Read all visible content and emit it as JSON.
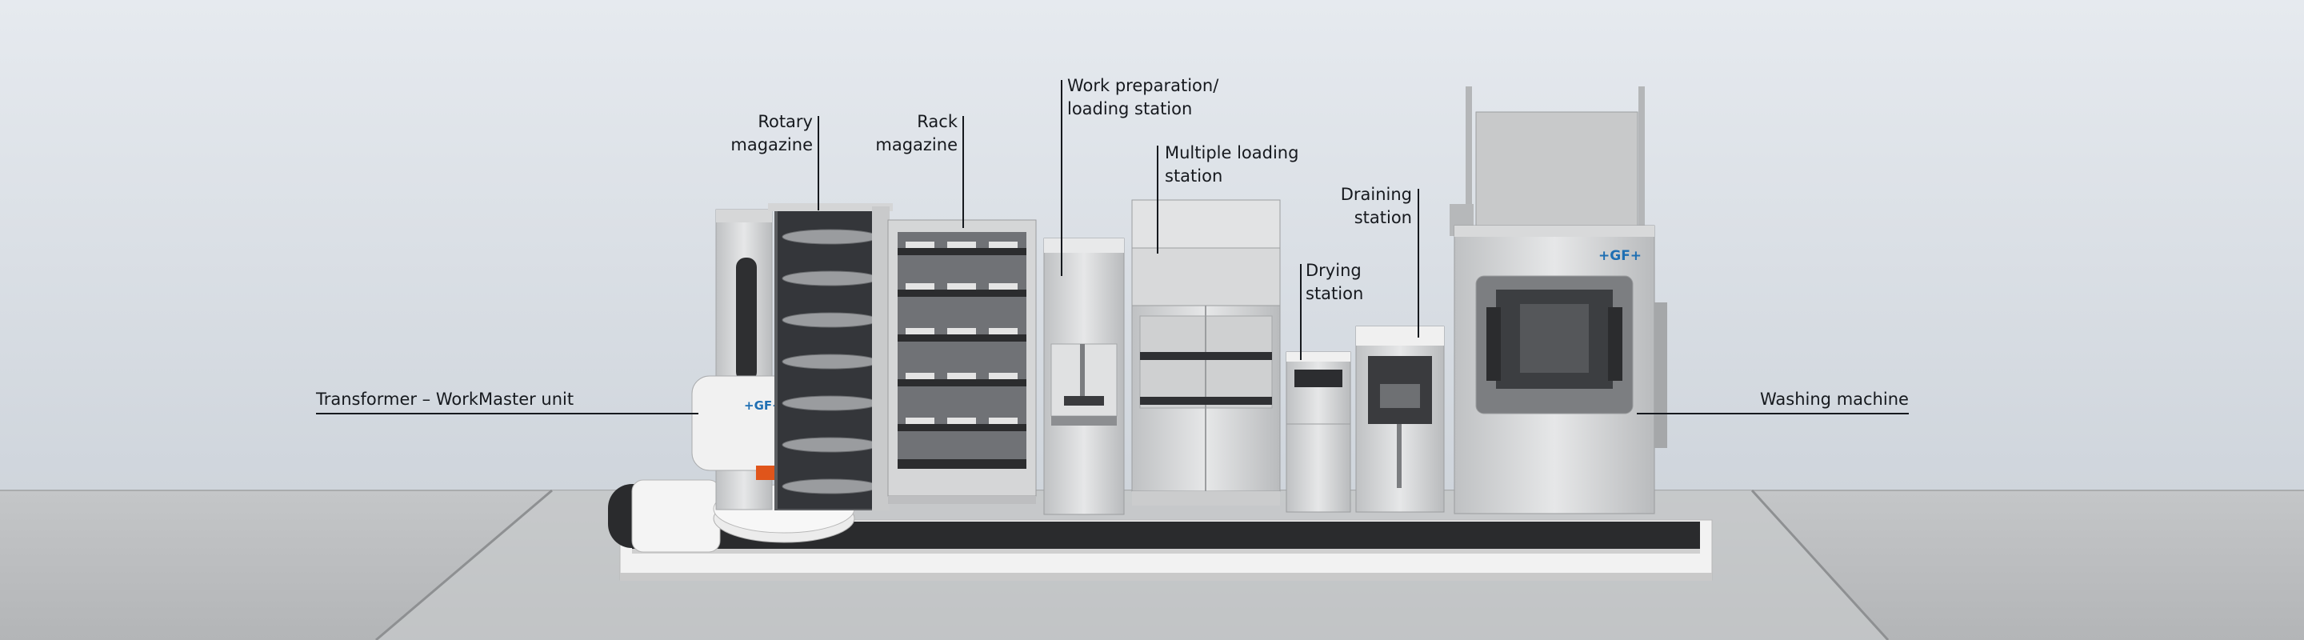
{
  "scene": {
    "wall_color": "#d9dee5",
    "floor_color": "#c9cbcd",
    "brand_color": "#1f6fb3",
    "accent_color": "#e0551b",
    "brand_logo_text": "+GF+"
  },
  "callouts": {
    "transformer": "Transformer – WorkMaster unit",
    "rotary": "Rotary\nmagazine",
    "rack": "Rack\nmagazine",
    "work_prep": "Work preparation/\nloading station",
    "multiple_loading": "Multiple loading\nstation",
    "drying": "Drying\nstation",
    "draining": "Draining\nstation",
    "washing": "Washing machine"
  }
}
